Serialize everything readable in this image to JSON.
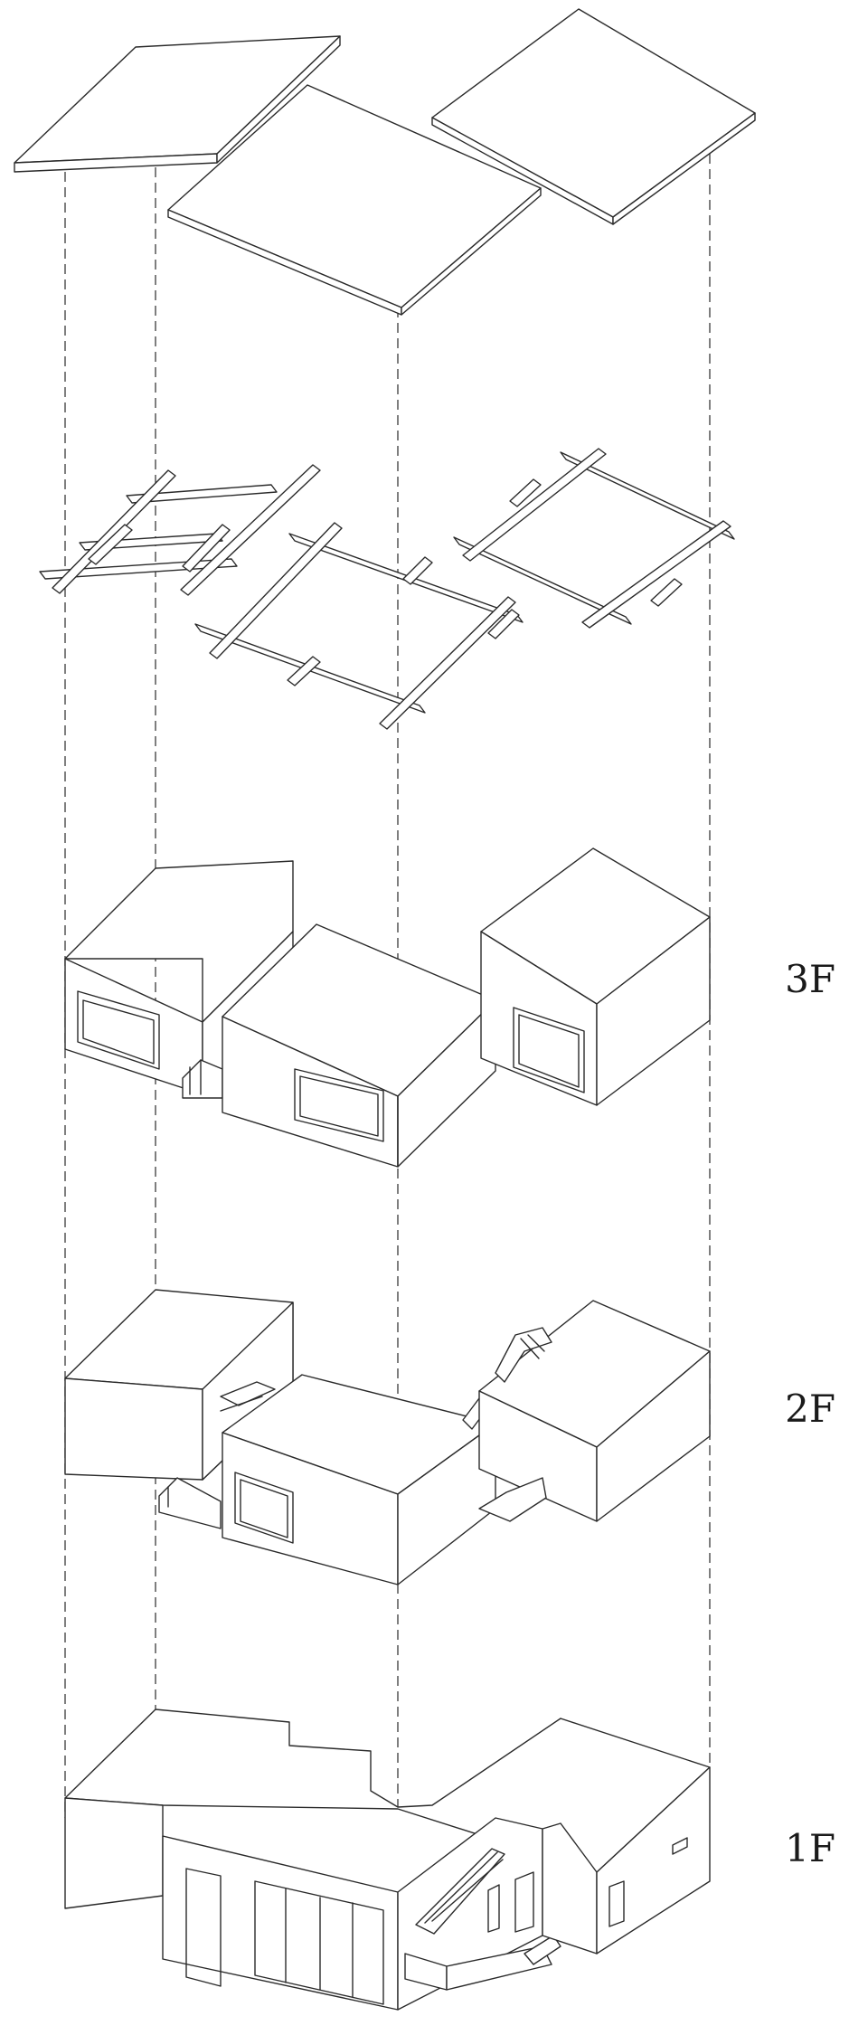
{
  "floors": [
    {
      "id": "3f",
      "label": "3F"
    },
    {
      "id": "2f",
      "label": "2F"
    },
    {
      "id": "1f",
      "label": "1F"
    }
  ],
  "colors": {
    "line": "#2a2a2a",
    "background": "#ffffff"
  }
}
